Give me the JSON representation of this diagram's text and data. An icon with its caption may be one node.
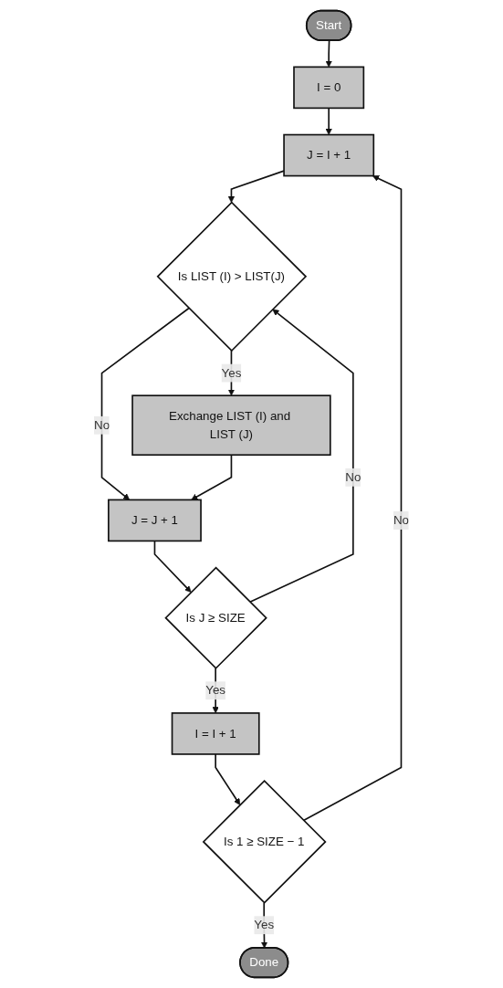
{
  "diagram": {
    "nodes": [
      {
        "text": [
          "Start"
        ]
      },
      {
        "text": [
          "I = 0"
        ]
      },
      {
        "text": [
          "J = I + 1"
        ]
      },
      {
        "text": [
          "Is LIST (I) > LIST(J)"
        ]
      },
      {
        "text": [
          "Exchange LIST (I) and LIST (J)"
        ]
      },
      {
        "text": [
          "J = J + 1"
        ]
      },
      {
        "text": [
          "Is J ≥ SIZE"
        ]
      },
      {
        "text": [
          "I = I + 1"
        ]
      },
      {
        "text": [
          "Is 1 ≥ SIZE − 1"
        ]
      },
      {
        "text": [
          "Done"
        ]
      }
    ],
    "edges": [
      {
        "from": 0,
        "to": 1,
        "arrow": "to"
      },
      {
        "from": 1,
        "to": 2,
        "arrow": "to"
      },
      {
        "from": 2,
        "to": 3,
        "arrow": "to"
      },
      {
        "from": 3,
        "to": 4,
        "arrow": "to",
        "label": "Yes"
      },
      {
        "from": 3,
        "to": 5,
        "arrow": "to",
        "label": "No"
      },
      {
        "from": 4,
        "to": 5,
        "arrow": "to"
      },
      {
        "from": 5,
        "to": 6,
        "arrow": "to"
      },
      {
        "from": 6,
        "to": 3,
        "arrow": "to",
        "label": "No"
      },
      {
        "from": 6,
        "to": 7,
        "arrow": "to",
        "label": "Yes"
      },
      {
        "from": 7,
        "to": 8,
        "arrow": "to"
      },
      {
        "from": 8,
        "to": 2,
        "arrow": "to",
        "label": "No"
      },
      {
        "from": 8,
        "to": 9,
        "arrow": "to",
        "label": "Yes"
      }
    ]
  }
}
